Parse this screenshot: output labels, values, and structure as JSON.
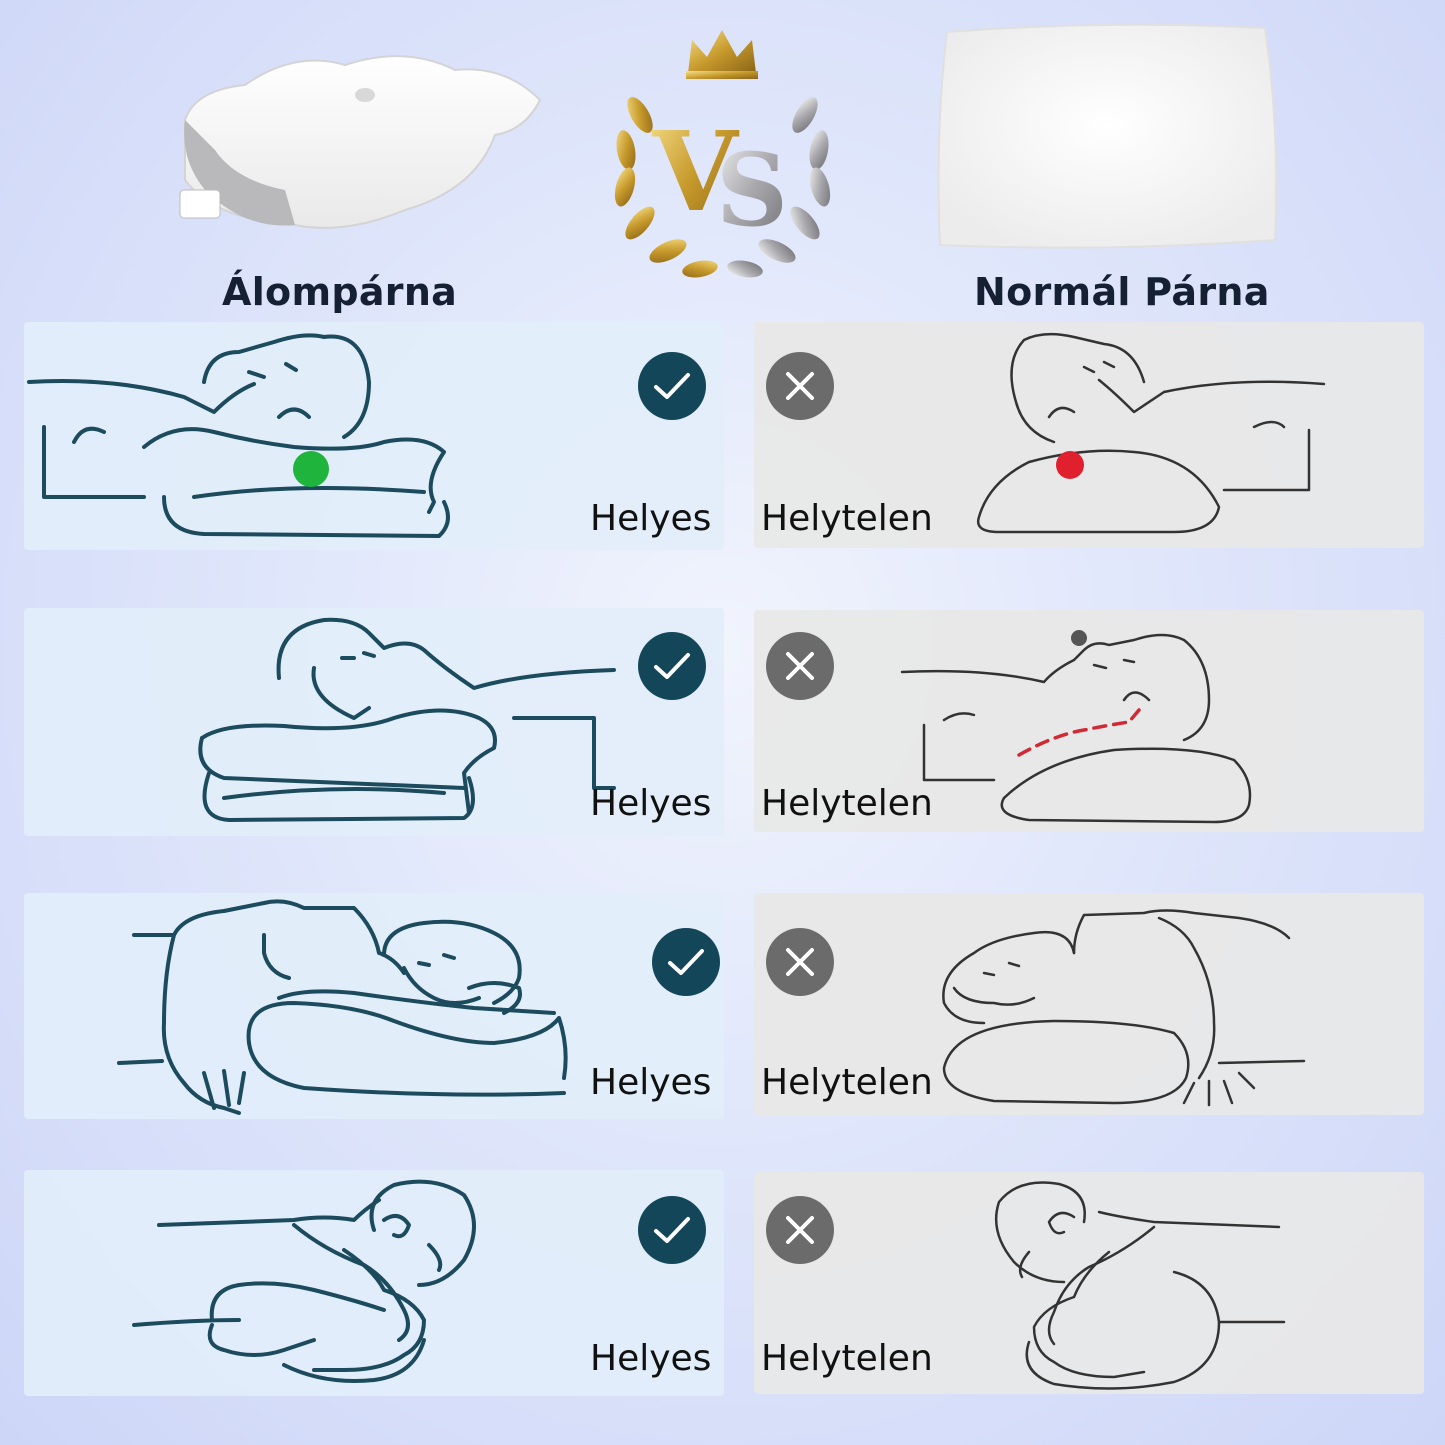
{
  "header": {
    "left_title": "Álompárna",
    "right_title": "Normál Párna",
    "vs_logo_text": "VS"
  },
  "rows": [
    {
      "good_label": "Helyes",
      "bad_label": "Helytelen",
      "position": "back-sleeping"
    },
    {
      "good_label": "Helyes",
      "bad_label": "Helytelen",
      "position": "back-sleeping-tilted"
    },
    {
      "good_label": "Helyes",
      "bad_label": "Helytelen",
      "position": "side-sleeping"
    },
    {
      "good_label": "Helyes",
      "bad_label": "Helytelen",
      "position": "side-sleeping-fetal"
    }
  ],
  "icons": {
    "good": "checkmark-icon",
    "bad": "x-mark-icon"
  },
  "colors": {
    "title_text": "#162034",
    "check_badge": "#14465a",
    "cross_badge": "#6b6b6b",
    "good_card": "#e2eefa",
    "bad_card": "#e8e8e8",
    "good_dot": "#1fb53c",
    "bad_dot": "#e0202c"
  }
}
